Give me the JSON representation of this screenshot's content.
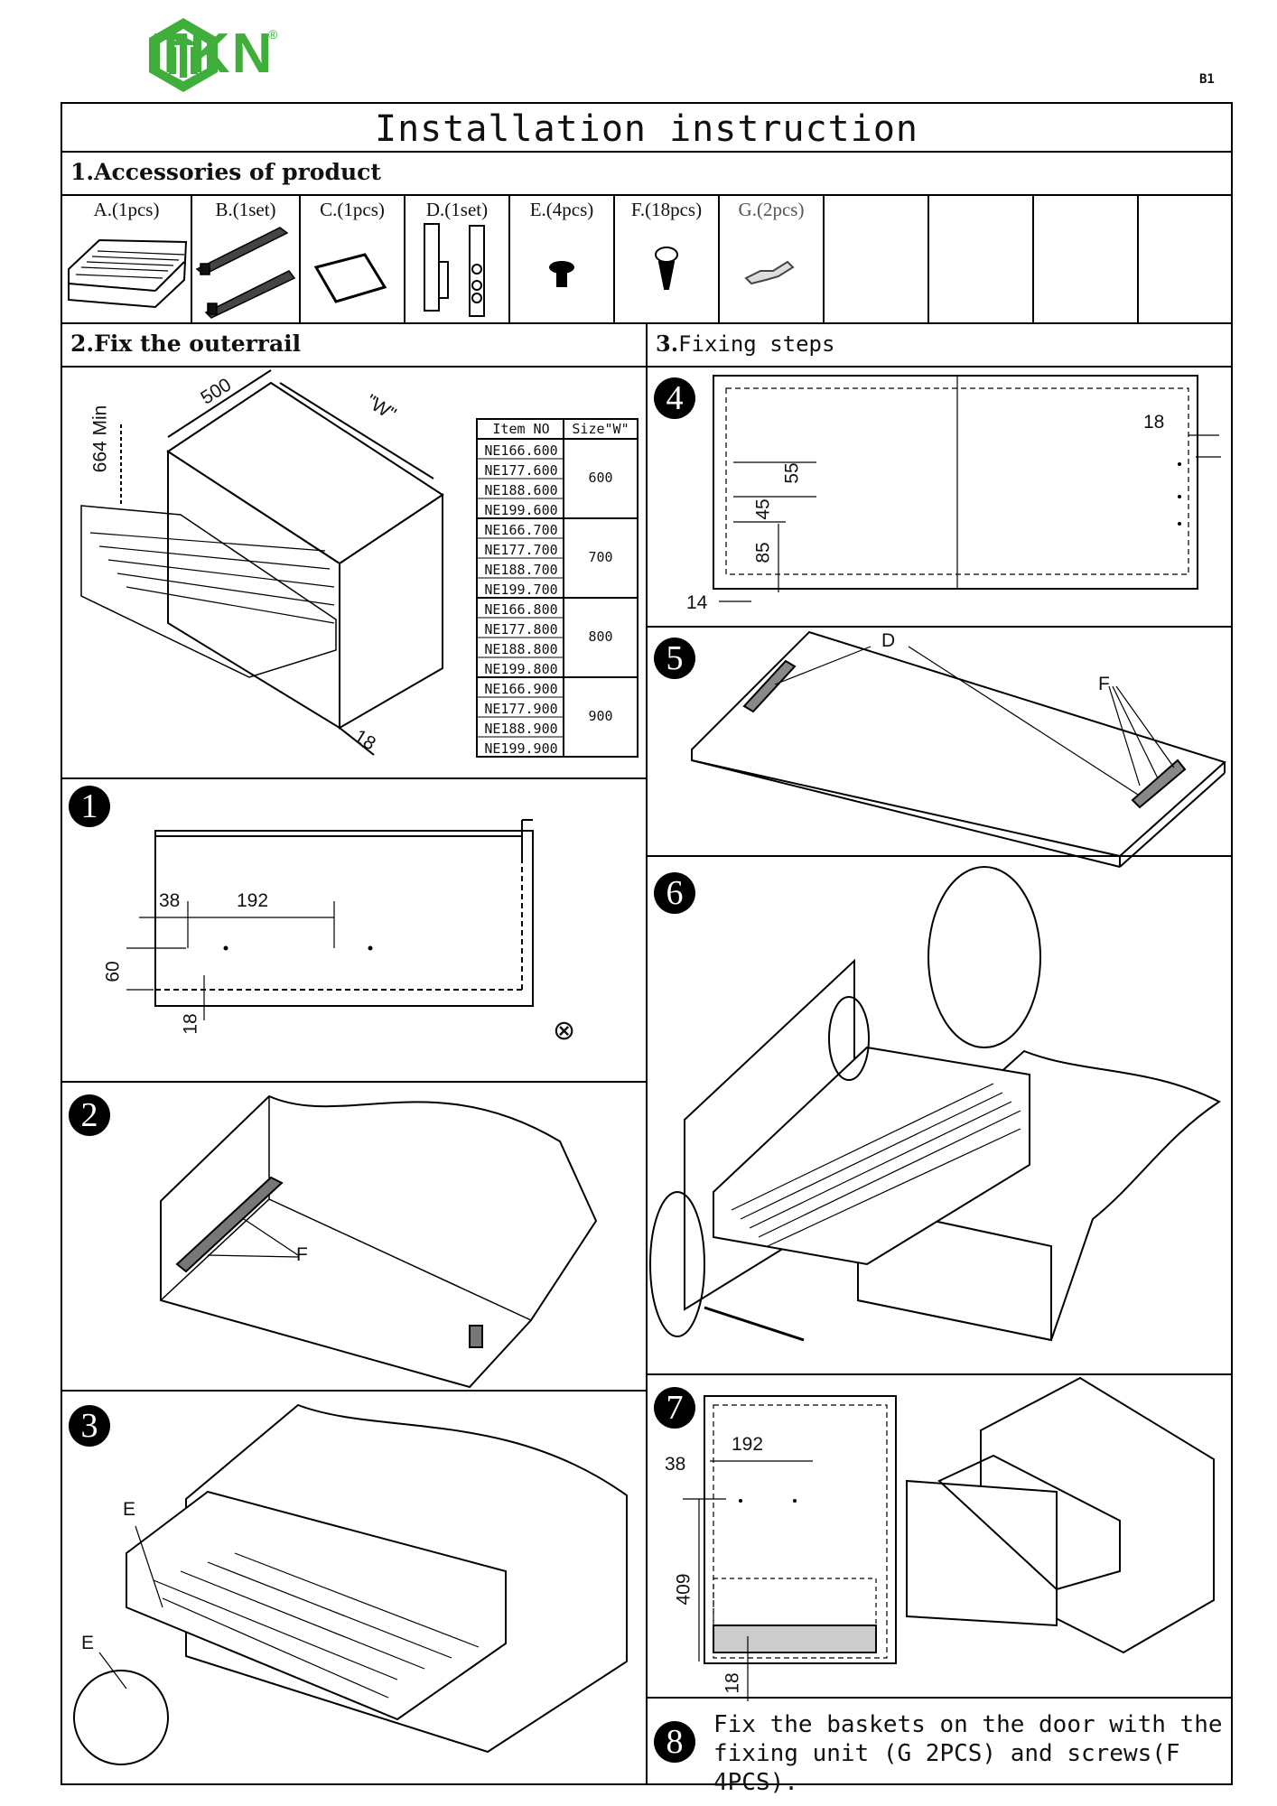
{
  "header": {
    "brand": "TKN",
    "reg_mark": "®",
    "page_mark": "B1"
  },
  "title": "Installation instruction",
  "accessories": {
    "heading": "1.Accessories of product",
    "items": [
      {
        "label": "A.(1pcs)",
        "icon": "basket-icon"
      },
      {
        "label": "B.(1set)",
        "icon": "rail-icon"
      },
      {
        "label": "C.(1pcs)",
        "icon": "mat-icon"
      },
      {
        "label": "D.(1set)",
        "icon": "bracket-icon"
      },
      {
        "label": "E.(4pcs)",
        "icon": "bolt-icon"
      },
      {
        "label": "F.(18pcs)",
        "icon": "screw-icon"
      },
      {
        "label": "G.(2pcs)",
        "icon": "clip-icon"
      }
    ]
  },
  "section2": {
    "heading_num": "2.",
    "heading": "Fix the outerrail",
    "dims": {
      "depth": "500",
      "width": "\"W\"",
      "height": "664 Min",
      "side": "18"
    },
    "size_table": {
      "headers": [
        "Item NO",
        "Size\"W\""
      ],
      "groups": [
        {
          "size": "600",
          "items": [
            "NE166.600",
            "NE177.600",
            "NE188.600",
            "NE199.600"
          ]
        },
        {
          "size": "700",
          "items": [
            "NE166.700",
            "NE177.700",
            "NE188.700",
            "NE199.700"
          ]
        },
        {
          "size": "800",
          "items": [
            "NE166.800",
            "NE177.800",
            "NE188.800",
            "NE199.800"
          ]
        },
        {
          "size": "900",
          "items": [
            "NE166.900",
            "NE177.900",
            "NE188.900",
            "NE199.900"
          ]
        }
      ]
    }
  },
  "section3": {
    "heading_num": "3.",
    "heading": "Fixing steps"
  },
  "steps": {
    "s1": {
      "badge": "1",
      "d1": "38",
      "d2": "192",
      "d3": "60",
      "d4": "18",
      "mark": "⊗"
    },
    "s2": {
      "badge": "2",
      "label": "F"
    },
    "s3": {
      "badge": "3",
      "label1": "E",
      "label2": "E"
    },
    "s4": {
      "badge": "4",
      "d1": "18",
      "d2": "55",
      "d3": "45",
      "d4": "85",
      "d5": "14"
    },
    "s5": {
      "badge": "5",
      "label1": "D",
      "label2": "F"
    },
    "s6": {
      "badge": "6"
    },
    "s7": {
      "badge": "7",
      "d1": "38",
      "d2": "192",
      "d3": "409",
      "d4": "18"
    },
    "s8": {
      "badge": "8",
      "line1": "Fix the baskets on the door with the",
      "line2": "fixing unit (G 2PCS) and screws(F 4PCS)."
    }
  }
}
